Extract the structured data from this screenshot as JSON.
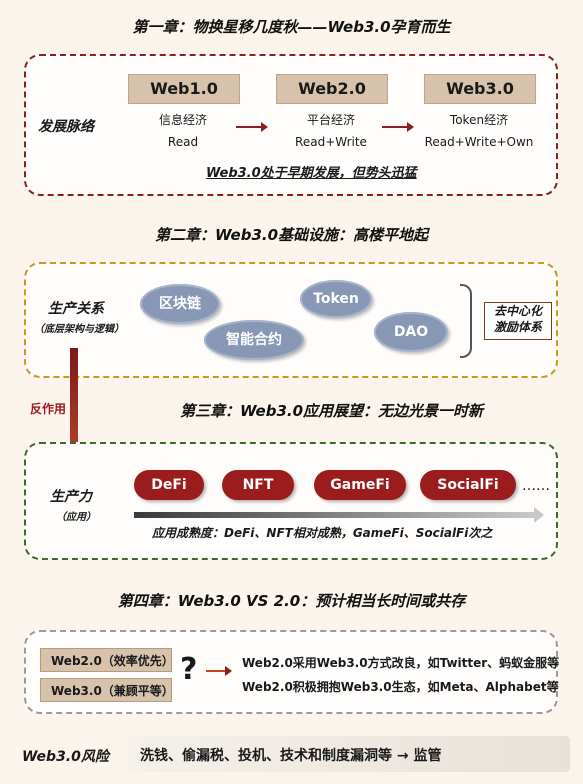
{
  "chapter1": {
    "title": "第一章：物换星移几度秋——Web3.0孕育而生",
    "label": "发展脉络",
    "stages": [
      {
        "name": "Web1.0",
        "line1": "信息经济",
        "line2": "Read"
      },
      {
        "name": "Web2.0",
        "line1": "平台经济",
        "line2": "Read+Write"
      },
      {
        "name": "Web3.0",
        "line1": "Token经济",
        "line2": "Read+Write+Own"
      }
    ],
    "banner": "Web3.0处于早期发展，但势头迅猛"
  },
  "chapter2": {
    "title": "第二章：Web3.0基础设施：高楼平地起",
    "label": "生产关系",
    "sublabel": "（底层架构与逻辑）",
    "clouds": [
      "区块链",
      "Token",
      "智能合约",
      "DAO"
    ],
    "result_line1": "去中心化",
    "result_line2": "激励体系"
  },
  "reaction": "反作用",
  "chapter3": {
    "title": "第三章：Web3.0应用展望：无边光景一时新",
    "label": "生产力",
    "sublabel": "（应用）",
    "apps": [
      "DeFi",
      "NFT",
      "GameFi",
      "SocialFi"
    ],
    "more": "……",
    "maturity": "应用成熟度：DeFi、NFT相对成熟，GameFi、SocialFi次之"
  },
  "chapter4": {
    "title": "第四章：Web3.0 VS 2.0：预计相当长时间或共存",
    "tags": [
      "Web2.0（效率优先）",
      "Web3.0（兼顾平等）"
    ],
    "question": "?",
    "line1": "Web2.0采用Web3.0方式改良，如Twitter、蚂蚁金服等",
    "line2": "Web2.0积极拥抱Web3.0生态，如Meta、Alphabet等"
  },
  "risk": {
    "label": "Web3.0风险",
    "text": "洗钱、偷漏税、投机、技术和制度漏洞等 → 监管"
  },
  "colors": {
    "frame1": "#8a1f1f",
    "frame2": "#c79a1e",
    "frame3": "#3a6a2c",
    "pill": "#9b1c1c",
    "cloud": "#8797b4"
  }
}
